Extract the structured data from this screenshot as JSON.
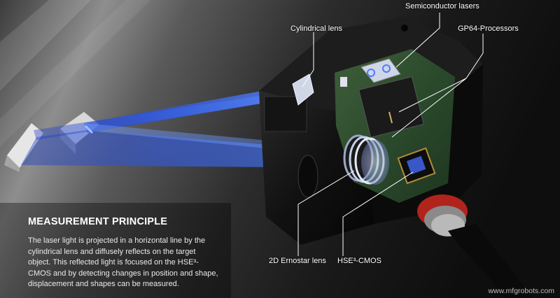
{
  "callouts": {
    "semiconductor_lasers": "Semiconductor lasers",
    "cylindrical_lens": "Cylindrical lens",
    "gp64_processors": "GP64-Processors",
    "ernostar_lens": "2D Ernostar lens",
    "hse_cmos": "HSE³-CMOS"
  },
  "section": {
    "title": "MEASUREMENT PRINCIPLE",
    "description": "The laser light is projected in a horizontal line by the cylindrical lens and diffusely reflects on the target object. This reflected light is focused on the HSE³-CMOS and by detecting changes in position and shape, displacement and shapes can be measured."
  },
  "watermark": "www.mfgrobots.com",
  "colors": {
    "background_dark": "#1c1c1c",
    "background_light": "#8a8a8a",
    "laser_blue": "#3a6cff",
    "sensor_body": "#141414",
    "connector_red": "#b0241c",
    "text": "#ffffff"
  }
}
